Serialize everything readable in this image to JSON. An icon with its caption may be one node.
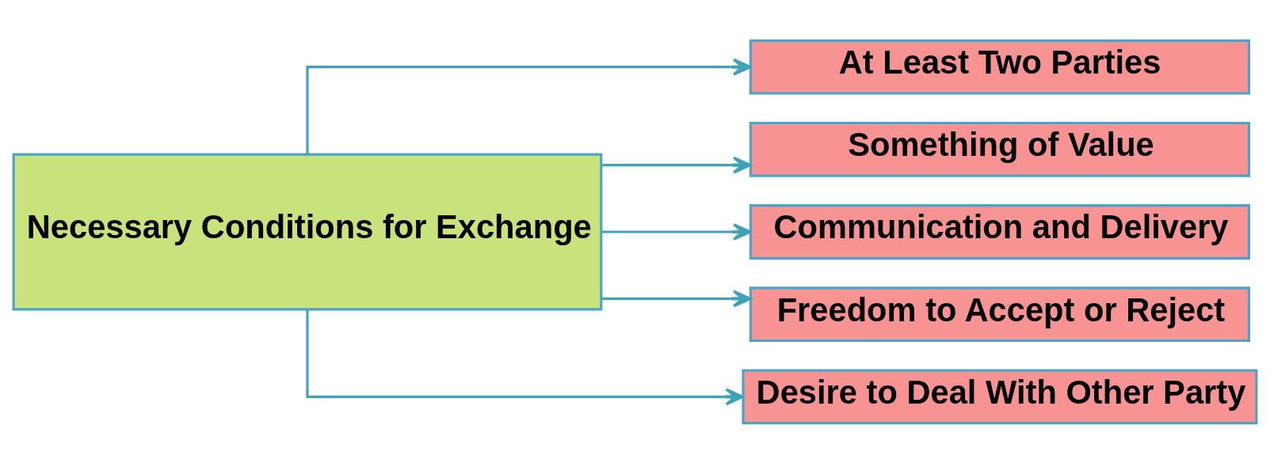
{
  "diagram": {
    "nodes": [
      {
        "text": [
          "Necessary Conditions for Exchange"
        ]
      },
      {
        "text": [
          "At Least Two Parties"
        ]
      },
      {
        "text": [
          "Something of Value"
        ]
      },
      {
        "text": [
          "Communication and Delivery"
        ]
      },
      {
        "text": [
          "Freedom to Accept or Reject"
        ]
      },
      {
        "text": [
          "Desire to Deal With Other Party"
        ]
      }
    ],
    "edges": [
      {
        "from": 0,
        "to": 1,
        "arrow": "to"
      },
      {
        "from": 0,
        "to": 2,
        "arrow": "to"
      },
      {
        "from": 0,
        "to": 3,
        "arrow": "to"
      },
      {
        "from": 0,
        "to": 4,
        "arrow": "to"
      },
      {
        "from": 0,
        "to": 5,
        "arrow": "to"
      }
    ]
  }
}
